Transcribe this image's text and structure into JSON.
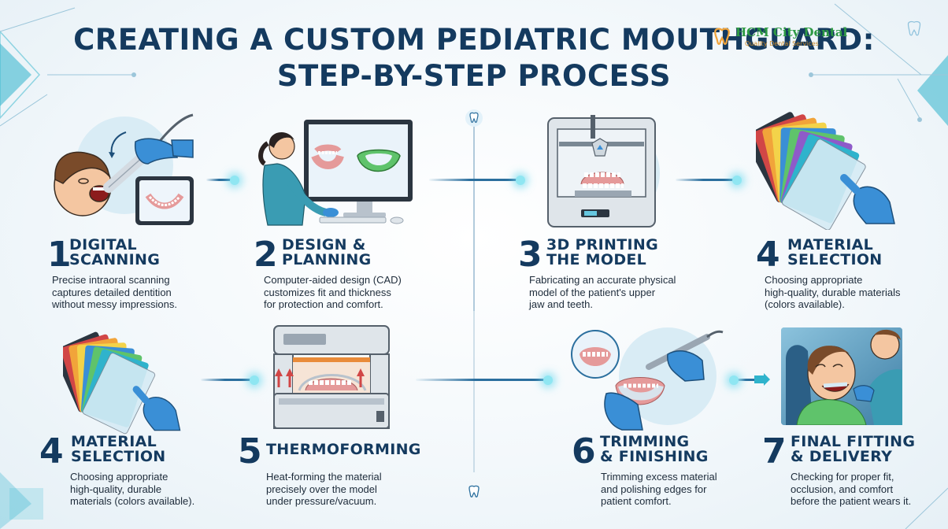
{
  "title_line1": "CREATING A CUSTOM PEDIATRIC MOUTHGUARD:",
  "title_line2": "STEP-BY-STEP PROCESS",
  "logo": {
    "name": "HCM City Dental",
    "tagline": "Quality Dental Services"
  },
  "colors": {
    "navy": "#143a5f",
    "accent": "#2b6f9e",
    "glow": "#8fe6f2",
    "glove": "#3a8fd6",
    "logo_green": "#2e9a44",
    "logo_orange": "#f1a43a"
  },
  "steps": [
    {
      "number": "1",
      "heading1": "DIGITAL",
      "heading2": "SCANNING",
      "lines": [
        "Precise intraoral scanning",
        "captures detailed dentition",
        "without messy impressions."
      ]
    },
    {
      "number": "2",
      "heading1": "DESIGN &",
      "heading2": "PLANNING",
      "lines": [
        "Computer-aided design (CAD)",
        "customizes fit and thickness",
        "for protection and comfort."
      ]
    },
    {
      "number": "3",
      "heading1": "3D PRINTING",
      "heading2": "THE MODEL",
      "lines": [
        "Fabricating an accurate physical",
        "model of the patient's upper",
        "jaw and teeth."
      ]
    },
    {
      "number": "4",
      "heading1": "MATERIAL",
      "heading2": "SELECTION",
      "lines": [
        "Choosing appropriate",
        "high-quality, durable materials",
        "(colors available)."
      ]
    },
    {
      "number": "4",
      "heading1": "MATERIAL",
      "heading2": "SELECTION",
      "lines": [
        "Choosing appropriate",
        "high-quality, durable",
        "materials (colors available)."
      ]
    },
    {
      "number": "5",
      "heading1": "THERMOFORMING",
      "heading2": "",
      "lines": [
        "Heat-forming the material",
        "precisely over the model",
        "under pressure/vacuum."
      ]
    },
    {
      "number": "6",
      "heading1": "TRIMMING",
      "heading2": "& FINISHING",
      "lines": [
        "Trimming excess material",
        "and polishing edges for",
        "patient comfort."
      ]
    },
    {
      "number": "7",
      "heading1": "FINAL FITTING",
      "heading2": "& DELIVERY",
      "lines": [
        "Checking for proper fit,",
        "occlusion, and comfort",
        "before the patient wears it."
      ]
    }
  ],
  "icons": [
    "tooth-icon",
    "scanner-illustration",
    "cad-illustration",
    "3d-printer-illustration",
    "material-swatches-illustration",
    "thermoformer-illustration",
    "trimming-illustration",
    "fitting-illustration"
  ]
}
